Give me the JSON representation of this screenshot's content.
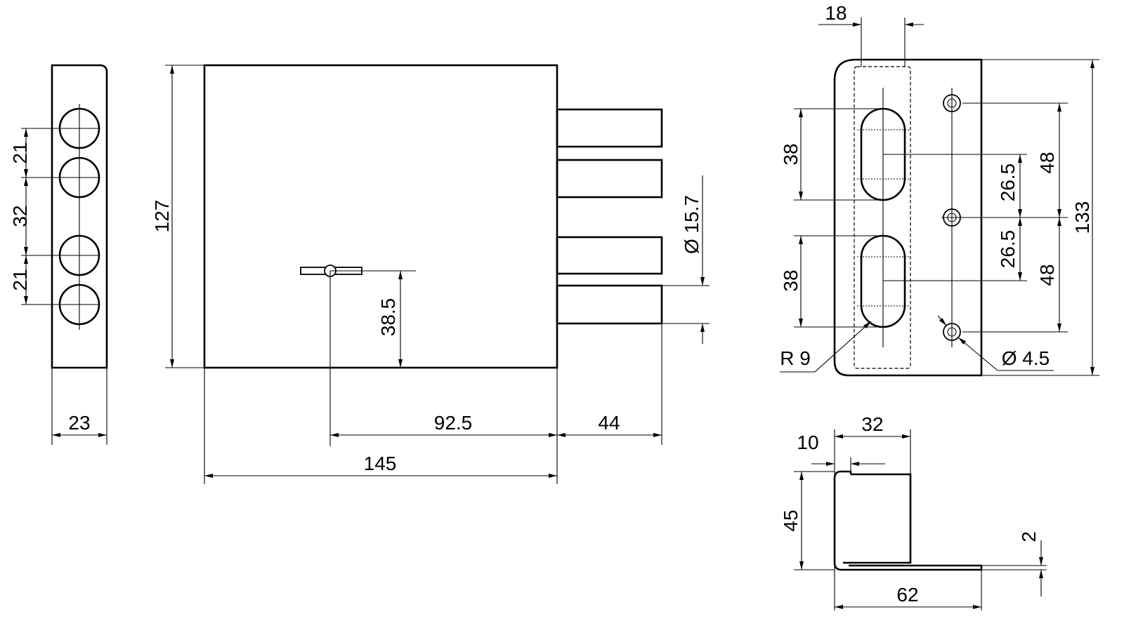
{
  "drawing": {
    "front_view": {
      "spacing_top": "21",
      "spacing_middle": "32",
      "spacing_bottom": "21",
      "width": "23"
    },
    "side_view": {
      "height": "127",
      "key_height": "38.5",
      "key_offset": "92.5",
      "bolt_throw": "44",
      "body_length": "145",
      "bolt_diameter": "Ø 15.7"
    },
    "strike_plate": {
      "slot_offset": "18",
      "slot_length_top": "38",
      "slot_length_bottom": "38",
      "slot_spacing_top": "26.5",
      "slot_spacing_bottom": "26.5",
      "hole_spacing_top": "48",
      "hole_spacing_bottom": "48",
      "height": "133",
      "radius": "R 9",
      "hole_diameter": "Ø 4.5"
    },
    "profile": {
      "inner_width": "32",
      "lip": "10",
      "height": "45",
      "thickness": "2",
      "total_width": "62"
    }
  }
}
